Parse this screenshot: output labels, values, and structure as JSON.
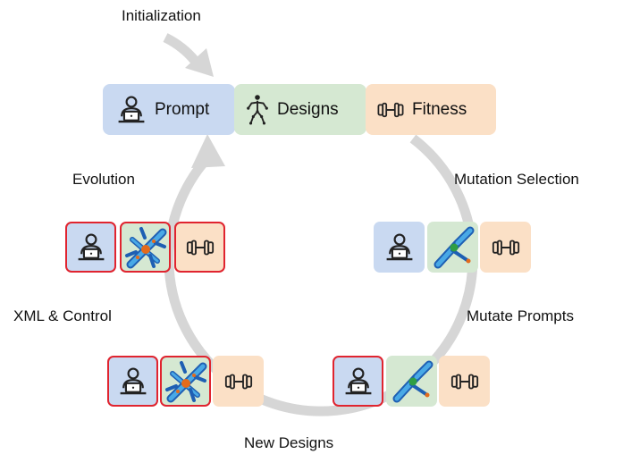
{
  "colors": {
    "prompt_bg": "#c9d9f1",
    "designs_bg": "#d5e8d2",
    "fitness_bg": "#fbe0c6",
    "highlight_border": "#e0242f",
    "cycle_arrow": "#d6d6d6"
  },
  "labels": {
    "initialization": "Initialization",
    "evolution": "Evolution",
    "mutation_selection": "Mutation Selection",
    "xml_control": "XML & Control",
    "mutate_prompts": "Mutate Prompts",
    "new_designs": "New Designs"
  },
  "header": {
    "prompt": {
      "label": "Prompt",
      "icon": "person-laptop-icon"
    },
    "designs": {
      "label": "Designs",
      "icon": "stick-figure-icon"
    },
    "fitness": {
      "label": "Fitness",
      "icon": "dumbbell-icon"
    }
  },
  "stages": [
    {
      "name": "evolution",
      "prompt_highlighted": true,
      "design_highlighted": true,
      "fitness_highlighted": true,
      "design_icon": "multi-limb-robot-icon"
    },
    {
      "name": "mutation-selection",
      "prompt_highlighted": false,
      "design_highlighted": false,
      "fitness_highlighted": false,
      "design_icon": "two-limb-robot-icon"
    },
    {
      "name": "xml-control",
      "prompt_highlighted": true,
      "design_highlighted": true,
      "fitness_highlighted": false,
      "design_icon": "multi-limb-robot-icon"
    },
    {
      "name": "mutate-prompts",
      "prompt_highlighted": true,
      "design_highlighted": false,
      "fitness_highlighted": false,
      "design_icon": "two-limb-robot-icon"
    }
  ]
}
